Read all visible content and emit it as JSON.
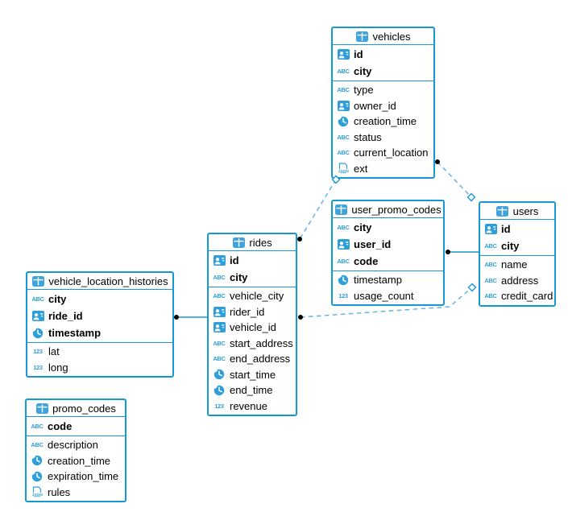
{
  "diagram": {
    "colors": {
      "accent": "#1697d6",
      "icon_blue": "#2f9fd9",
      "dashed_line": "#66b3e3",
      "endpoint_dot": "#000000",
      "background": "#ffffff",
      "text": "#000000"
    },
    "tables": [
      {
        "id": "vehicles",
        "title": "vehicles",
        "primary_fields": [
          {
            "name": "id",
            "icon": "id"
          },
          {
            "name": "city",
            "icon": "text"
          }
        ],
        "fields": [
          {
            "name": "type",
            "icon": "text"
          },
          {
            "name": "owner_id",
            "icon": "id"
          },
          {
            "name": "creation_time",
            "icon": "time"
          },
          {
            "name": "status",
            "icon": "text"
          },
          {
            "name": "current_location",
            "icon": "text"
          },
          {
            "name": "ext",
            "icon": "json"
          }
        ]
      },
      {
        "id": "user_promo_codes",
        "title": "user_promo_codes",
        "primary_fields": [
          {
            "name": "city",
            "icon": "text"
          },
          {
            "name": "user_id",
            "icon": "id"
          },
          {
            "name": "code",
            "icon": "text"
          }
        ],
        "fields": [
          {
            "name": "timestamp",
            "icon": "time"
          },
          {
            "name": "usage_count",
            "icon": "number"
          }
        ]
      },
      {
        "id": "users",
        "title": "users",
        "primary_fields": [
          {
            "name": "id",
            "icon": "id"
          },
          {
            "name": "city",
            "icon": "text"
          }
        ],
        "fields": [
          {
            "name": "name",
            "icon": "text"
          },
          {
            "name": "address",
            "icon": "text"
          },
          {
            "name": "credit_card",
            "icon": "text"
          }
        ]
      },
      {
        "id": "rides",
        "title": "rides",
        "primary_fields": [
          {
            "name": "id",
            "icon": "id"
          },
          {
            "name": "city",
            "icon": "text"
          }
        ],
        "fields": [
          {
            "name": "vehicle_city",
            "icon": "text"
          },
          {
            "name": "rider_id",
            "icon": "id"
          },
          {
            "name": "vehicle_id",
            "icon": "id"
          },
          {
            "name": "start_address",
            "icon": "text"
          },
          {
            "name": "end_address",
            "icon": "text"
          },
          {
            "name": "start_time",
            "icon": "time"
          },
          {
            "name": "end_time",
            "icon": "time"
          },
          {
            "name": "revenue",
            "icon": "number"
          }
        ]
      },
      {
        "id": "vehicle_location_histories",
        "title": "vehicle_location_histories",
        "primary_fields": [
          {
            "name": "city",
            "icon": "text"
          },
          {
            "name": "ride_id",
            "icon": "id"
          },
          {
            "name": "timestamp",
            "icon": "time"
          }
        ],
        "fields": [
          {
            "name": "lat",
            "icon": "number"
          },
          {
            "name": "long",
            "icon": "number"
          }
        ]
      },
      {
        "id": "promo_codes",
        "title": "promo_codes",
        "primary_fields": [
          {
            "name": "code",
            "icon": "text"
          }
        ],
        "fields": [
          {
            "name": "description",
            "icon": "text"
          },
          {
            "name": "creation_time",
            "icon": "time"
          },
          {
            "name": "expiration_time",
            "icon": "time"
          },
          {
            "name": "rules",
            "icon": "json"
          }
        ]
      }
    ],
    "connections": [
      {
        "from": "vehicles",
        "to": "users",
        "style": "dashed"
      },
      {
        "from": "vehicles",
        "to": "rides",
        "style": "dashed"
      },
      {
        "from": "user_promo_codes",
        "to": "users",
        "style": "solid"
      },
      {
        "from": "rides",
        "to": "users",
        "style": "dashed"
      },
      {
        "from": "vehicle_location_histories",
        "to": "rides",
        "style": "solid"
      }
    ]
  }
}
